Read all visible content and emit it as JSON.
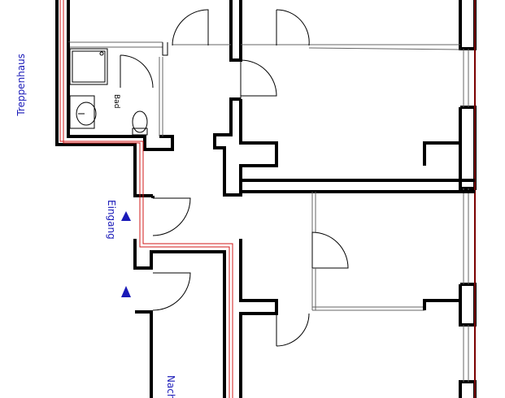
{
  "labels": {
    "stair": "Treppenhaus",
    "bath": "Bad",
    "entrance": "Eingang",
    "neighbor": "Nach"
  },
  "colors": {
    "wall": "#000000",
    "label": "#1a1ab8",
    "service_line": "#d01818",
    "facade": "#7a0000"
  },
  "icons": [
    "entrance-arrow-icon",
    "entrance-arrow-icon",
    "shower-tray-icon",
    "washbasin-icon",
    "toilet-icon"
  ]
}
